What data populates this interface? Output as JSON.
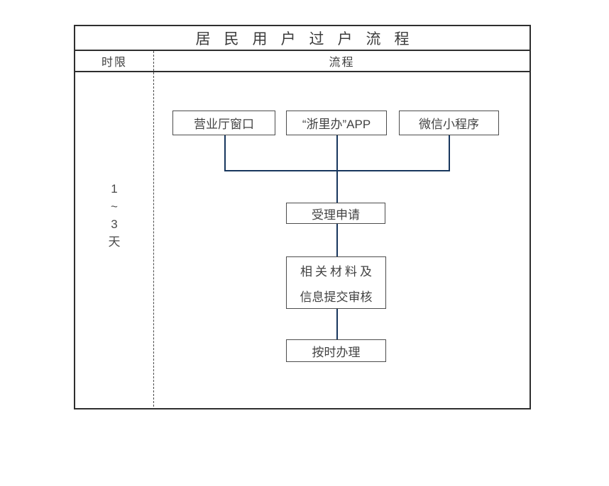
{
  "diagram": {
    "title": "居民用户过户流程",
    "header": {
      "time_limit_label": "时限",
      "process_label": "流程"
    },
    "time_limit": {
      "line1": "1",
      "line2": "~",
      "line3": "3",
      "line4": "天"
    },
    "nodes": {
      "entry1": "营业厅窗口",
      "entry2": "“浙里办”APP",
      "entry3": "微信小程序",
      "step_accept": "受理申请",
      "step_review_line1": "相关材料及",
      "step_review_line2": "信息提交审核",
      "step_process": "按时办理"
    },
    "colors": {
      "connector_line": "#17365d",
      "frame_border": "#2e2e2e",
      "node_border": "#4c4c4c",
      "text": "#404040"
    }
  }
}
